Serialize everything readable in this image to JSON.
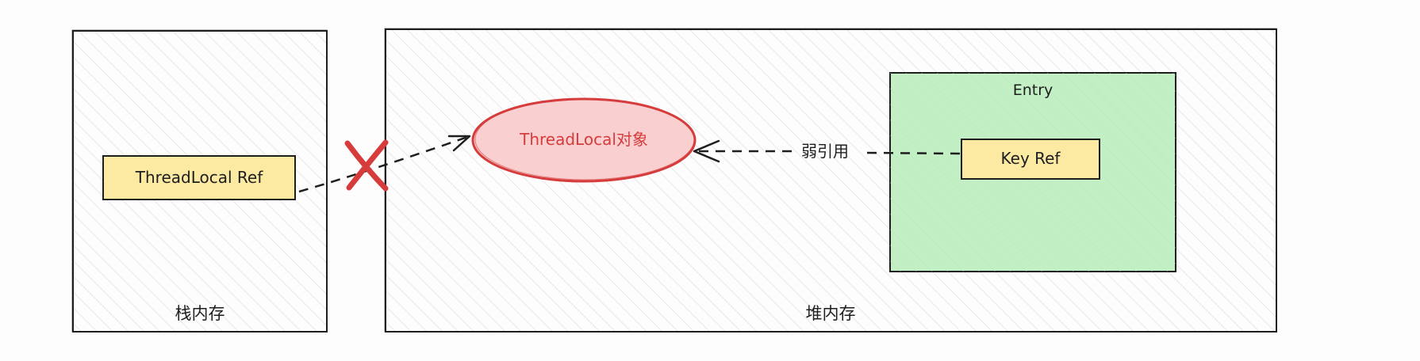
{
  "diagram": {
    "stack_memory": {
      "label": "栈内存"
    },
    "heap_memory": {
      "label": "堆内存"
    },
    "threadlocal_ref": {
      "label": "ThreadLocal Ref"
    },
    "threadlocal_object": {
      "label": "ThreadLocal对象"
    },
    "entry": {
      "label": "Entry"
    },
    "key_ref": {
      "label": "Key Ref"
    },
    "weak_reference": {
      "label": "弱引用"
    }
  },
  "colors": {
    "stroke": "#1e1e1e",
    "note_fill": "#fce9a2",
    "object_fill": "#f9cfd0",
    "object_stroke": "#d63c3c",
    "entry_fill": "#c2efc4",
    "cross": "#d63c3c"
  }
}
